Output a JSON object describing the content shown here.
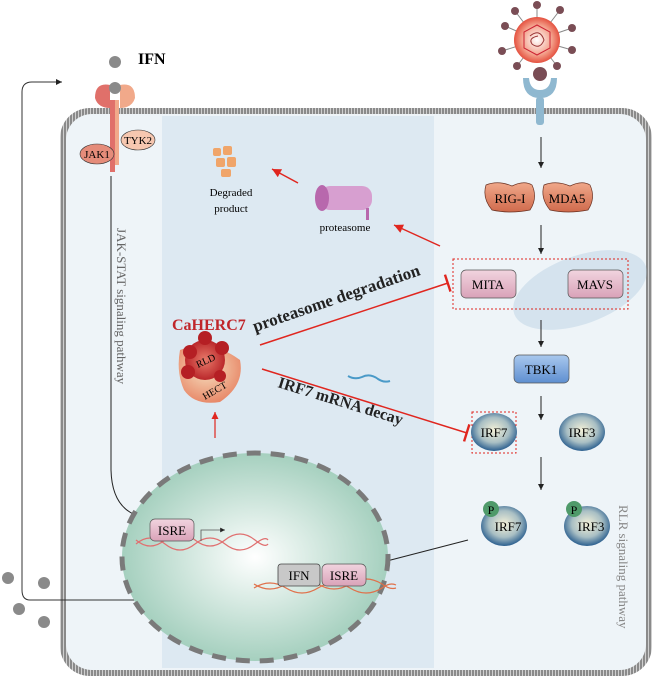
{
  "ifn_label": "IFN",
  "receptor": {
    "jak1": "JAK1",
    "tyk2": "TYK2"
  },
  "pathways": {
    "left": "JAK-STAT signaling pathway",
    "right": "RLR signaling pathway"
  },
  "degradation": {
    "degraded_line1": "Degraded",
    "degraded_line2": "product",
    "proteasome": "proteasome"
  },
  "rlr": {
    "rig_i": "RIG-I",
    "mda5": "MDA5",
    "mita": "MITA",
    "mavs": "MAVS",
    "tbk1": "TBK1",
    "irf7": "IRF7",
    "irf3": "IRF3",
    "p": "P"
  },
  "caherc7": {
    "name": "CaHERC7",
    "rld": "RLD",
    "hect": "HECT"
  },
  "mechanisms": {
    "proteasome_degradation": "proteasome degradation",
    "mrna_decay": "IRF7 mRNA decay"
  },
  "nucleus": {
    "isre1": "ISRE",
    "ifn": "IFN",
    "isre2": "ISRE"
  },
  "colors": {
    "inhibit": "#e0261f",
    "caherc7": "#c0262b",
    "membrane": "#7a7a7a",
    "tbk1": "#6f9fd8",
    "mita": "#e4b6c9",
    "rig": "#d97a5c"
  }
}
